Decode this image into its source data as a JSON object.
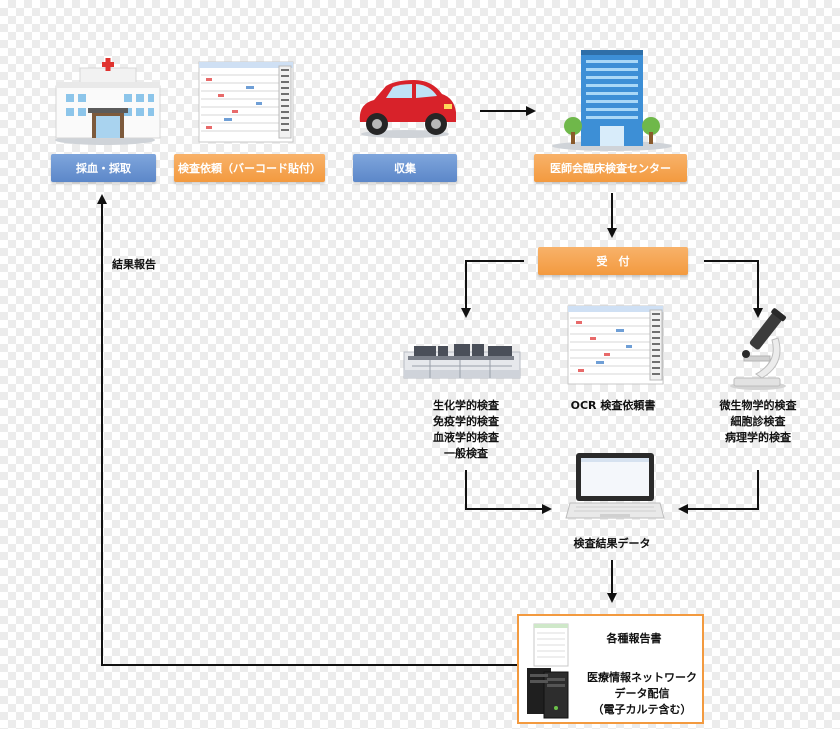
{
  "flow": {
    "top_boxes": {
      "collection": "採血・採取",
      "request": "検査依頼（バーコード貼付）",
      "pickup": "収集",
      "center": "医師会臨床検査センター"
    },
    "reception": "受　付",
    "result_report_label": "結果報告",
    "branches": {
      "left": [
        "生化学的検査",
        "免疫学的検査",
        "血液学的検査",
        "一般検査"
      ],
      "middle": "OCR 検査依頼書",
      "right": [
        "微生物学的検査",
        "細胞診検査",
        "病理学的検査"
      ]
    },
    "results_data": "検査結果データ",
    "output": {
      "reports": "各種報告書",
      "network": [
        "医療情報ネットワーク",
        "データ配信",
        "（電子カルテ含む）"
      ]
    }
  },
  "colors": {
    "blue_box": "#6a95d2",
    "orange_box": "#f4a24e",
    "output_border": "#f39a3f",
    "arrow": "#111111"
  },
  "icons": [
    "hospital-icon",
    "request-form-icon",
    "car-icon",
    "building-icon",
    "analyzer-icon",
    "ocr-form-icon",
    "microscope-icon",
    "laptop-icon",
    "report-paper-icon",
    "server-icon"
  ]
}
